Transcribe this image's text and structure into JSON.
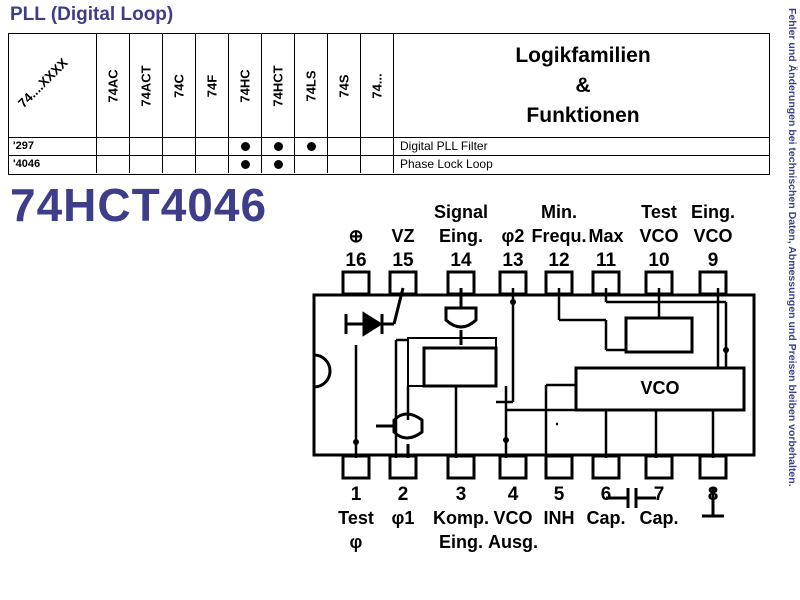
{
  "title": "PLL (Digital Loop)",
  "side_note": "Fehler und Änderungen bei technischen Daten, Abmessungen und Preisen bleiben vorbehalten.",
  "table": {
    "corner_label": "74....XXXX",
    "families": [
      "74AC",
      "74ACT",
      "74C",
      "74F",
      "74HC",
      "74HCT",
      "74LS",
      "74S",
      "74..."
    ],
    "function_header": [
      "Logikfamilien",
      "&",
      "Funktionen"
    ],
    "rows": [
      {
        "part": "'297",
        "dots": [
          false,
          false,
          false,
          false,
          true,
          true,
          true,
          false,
          false
        ],
        "function": "Digital PLL Filter"
      },
      {
        "part": "'4046",
        "dots": [
          false,
          false,
          false,
          false,
          true,
          true,
          false,
          false,
          false
        ],
        "function": "Phase Lock Loop"
      }
    ]
  },
  "part_number": "74HCT4046",
  "ic": {
    "top_pins": [
      {
        "num": "16",
        "label": [
          "⊕"
        ]
      },
      {
        "num": "15",
        "label": [
          "VZ"
        ]
      },
      {
        "num": "14",
        "label": [
          "Signal",
          "Eing."
        ]
      },
      {
        "num": "13",
        "label": [
          "φ2"
        ]
      },
      {
        "num": "12",
        "label": [
          "Min.",
          "Frequ."
        ]
      },
      {
        "num": "11",
        "label": [
          "Max",
          ""
        ]
      },
      {
        "num": "10",
        "label": [
          "Test",
          "VCO"
        ]
      },
      {
        "num": "9",
        "label": [
          "Eing.",
          "VCO"
        ]
      }
    ],
    "bottom_pins": [
      {
        "num": "1",
        "label": [
          "Test",
          "φ"
        ]
      },
      {
        "num": "2",
        "label": [
          "φ1"
        ]
      },
      {
        "num": "3",
        "label": [
          "Komp.",
          "Eing."
        ]
      },
      {
        "num": "4",
        "label": [
          "VCO",
          "Ausg."
        ]
      },
      {
        "num": "5",
        "label": [
          "INH"
        ]
      },
      {
        "num": "6",
        "label": [
          "Cap."
        ]
      },
      {
        "num": "7",
        "label": [
          "Cap."
        ]
      },
      {
        "num": "8",
        "label": [
          ""
        ]
      }
    ],
    "vco_label": "VCO"
  }
}
